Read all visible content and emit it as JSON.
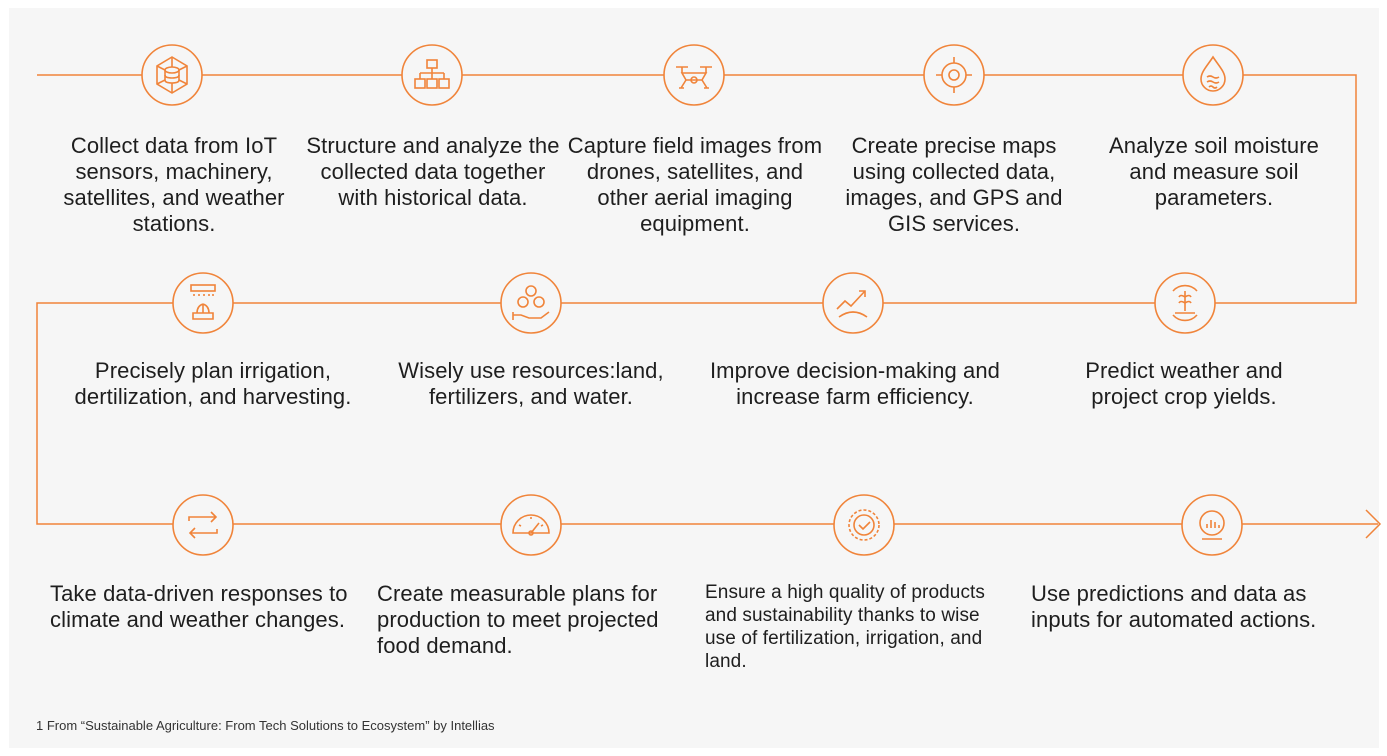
{
  "accent_color": "#f0843a",
  "steps": [
    {
      "icon": "database-network-icon",
      "text": "Collect data from IoT sensors, machinery, satellites, and weather stations."
    },
    {
      "icon": "hierarchy-icon",
      "text": "Structure and analyze the collected data together with historical data."
    },
    {
      "icon": "drone-icon",
      "text": "Capture field images from drones, satellites, and other aerial imaging equipment."
    },
    {
      "icon": "target-icon",
      "text": "Create precise maps using collected data, images, and GPS and GIS services."
    },
    {
      "icon": "soil-moisture-icon",
      "text": "Analyze soil moisture and measure soil parameters."
    },
    {
      "icon": "irrigation-plant-icon",
      "text": "Precisely plan irrigation, dertilization, and harvesting."
    },
    {
      "icon": "resources-hand-icon",
      "text": "Wisely use resources:land, fertilizers, and water."
    },
    {
      "icon": "growth-chart-icon",
      "text": "Improve decision-making and increase farm efficiency."
    },
    {
      "icon": "crop-cycle-icon",
      "text": "Predict weather and project crop yields."
    },
    {
      "icon": "exchange-arrows-icon",
      "text": "Take data-driven responses to climate and weather changes."
    },
    {
      "icon": "speedometer-icon",
      "text": "Create measurable plans for production to meet projected food demand."
    },
    {
      "icon": "quality-badge-icon",
      "text": "Ensure a high quality of products and sustainability thanks to wise use of fertilization, irrigation, and land."
    },
    {
      "icon": "dashboard-monitor-icon",
      "text": "Use predictions and data as inputs for automated actions."
    }
  ],
  "footnote": "1 From “Sustainable Agriculture: From Tech Solutions to Ecosystem” by Intellias"
}
